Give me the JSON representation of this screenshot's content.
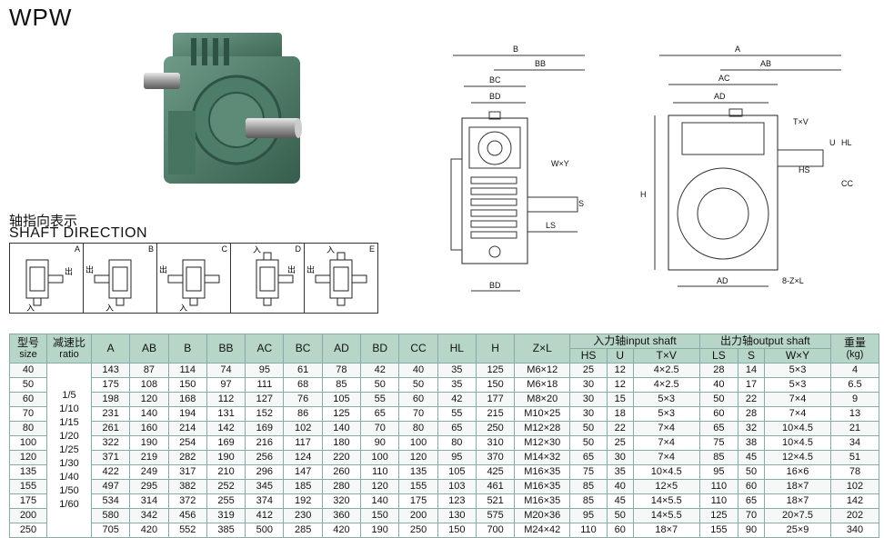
{
  "title": "WPW",
  "shaft_direction": {
    "title_cn": "轴指向表示",
    "title_en": "SHAFT DIRECTION",
    "variants": [
      {
        "letter": "A",
        "out": "出",
        "in": "入"
      },
      {
        "letter": "B",
        "out": "出",
        "in": "入"
      },
      {
        "letter": "C",
        "out": "出",
        "in": "入"
      },
      {
        "letter": "D",
        "out": "出",
        "in": "入"
      },
      {
        "letter": "E",
        "out": "出",
        "in": "入"
      }
    ]
  },
  "drawing_labels": {
    "side": {
      "B": "B",
      "BB": "BB",
      "BC": "BC",
      "BD": "BD",
      "WY": "W×Y",
      "S": "S",
      "LS": "LS",
      "BD2": "BD"
    },
    "front": {
      "A": "A",
      "AB": "AB",
      "AC": "AC",
      "AD": "AD",
      "TV": "T×V",
      "U": "U",
      "HL": "HL",
      "HS": "HS",
      "CC": "CC",
      "H": "H",
      "AD2": "AD",
      "ZL": "8-Z×L"
    }
  },
  "table": {
    "headers": {
      "size_cn": "型号",
      "size_en": "size",
      "ratio_cn": "减速比",
      "ratio_en": "ratio",
      "A": "A",
      "AB": "AB",
      "B": "B",
      "BB": "BB",
      "AC": "AC",
      "BC": "BC",
      "AD": "AD",
      "BD": "BD",
      "CC": "CC",
      "HL": "HL",
      "H": "H",
      "ZL": "Z×L",
      "input_group": "入力轴input shaft",
      "HS": "HS",
      "U": "U",
      "TV": "T×V",
      "output_group": "出力轴output shaft",
      "LS": "LS",
      "S": "S",
      "WY": "W×Y",
      "weight_cn": "重量",
      "weight_unit": "(kg)"
    },
    "ratios": [
      "1/5",
      "1/10",
      "1/15",
      "1/20",
      "1/25",
      "1/30",
      "1/40",
      "1/50",
      "1/60"
    ],
    "rows": [
      [
        "40",
        "143",
        "87",
        "114",
        "74",
        "95",
        "61",
        "78",
        "42",
        "40",
        "35",
        "125",
        "M6×12",
        "25",
        "12",
        "4×2.5",
        "28",
        "14",
        "5×3",
        "4"
      ],
      [
        "50",
        "175",
        "108",
        "150",
        "97",
        "111",
        "68",
        "85",
        "50",
        "50",
        "35",
        "150",
        "M6×18",
        "30",
        "12",
        "4×2.5",
        "40",
        "17",
        "5×3",
        "6.5"
      ],
      [
        "60",
        "198",
        "120",
        "168",
        "112",
        "127",
        "76",
        "105",
        "55",
        "60",
        "42",
        "177",
        "M8×20",
        "30",
        "15",
        "5×3",
        "50",
        "22",
        "7×4",
        "9"
      ],
      [
        "70",
        "231",
        "140",
        "194",
        "131",
        "152",
        "86",
        "125",
        "65",
        "70",
        "55",
        "215",
        "M10×25",
        "30",
        "18",
        "5×3",
        "60",
        "28",
        "7×4",
        "13"
      ],
      [
        "80",
        "261",
        "160",
        "214",
        "142",
        "169",
        "102",
        "140",
        "70",
        "80",
        "65",
        "250",
        "M12×28",
        "50",
        "22",
        "7×4",
        "65",
        "32",
        "10×4.5",
        "21"
      ],
      [
        "100",
        "322",
        "190",
        "254",
        "169",
        "216",
        "117",
        "180",
        "90",
        "100",
        "80",
        "310",
        "M12×30",
        "50",
        "25",
        "7×4",
        "75",
        "38",
        "10×4.5",
        "34"
      ],
      [
        "120",
        "371",
        "219",
        "282",
        "190",
        "256",
        "124",
        "220",
        "100",
        "120",
        "95",
        "370",
        "M14×32",
        "65",
        "30",
        "7×4",
        "85",
        "45",
        "12×4.5",
        "51"
      ],
      [
        "135",
        "422",
        "249",
        "317",
        "210",
        "296",
        "147",
        "260",
        "110",
        "135",
        "105",
        "425",
        "M16×35",
        "75",
        "35",
        "10×4.5",
        "95",
        "50",
        "16×6",
        "78"
      ],
      [
        "155",
        "497",
        "295",
        "382",
        "252",
        "345",
        "185",
        "280",
        "120",
        "155",
        "103",
        "461",
        "M16×35",
        "85",
        "40",
        "12×5",
        "110",
        "60",
        "18×7",
        "102"
      ],
      [
        "175",
        "534",
        "314",
        "372",
        "255",
        "374",
        "192",
        "320",
        "140",
        "175",
        "123",
        "521",
        "M16×35",
        "85",
        "45",
        "14×5.5",
        "110",
        "65",
        "18×7",
        "142"
      ],
      [
        "200",
        "580",
        "342",
        "456",
        "319",
        "412",
        "230",
        "360",
        "150",
        "200",
        "130",
        "575",
        "M20×36",
        "95",
        "50",
        "14×5.5",
        "125",
        "70",
        "20×7.5",
        "202"
      ],
      [
        "250",
        "705",
        "420",
        "552",
        "385",
        "500",
        "285",
        "420",
        "190",
        "250",
        "150",
        "700",
        "M24×42",
        "110",
        "60",
        "18×7",
        "155",
        "90",
        "25×9",
        "340"
      ]
    ]
  }
}
